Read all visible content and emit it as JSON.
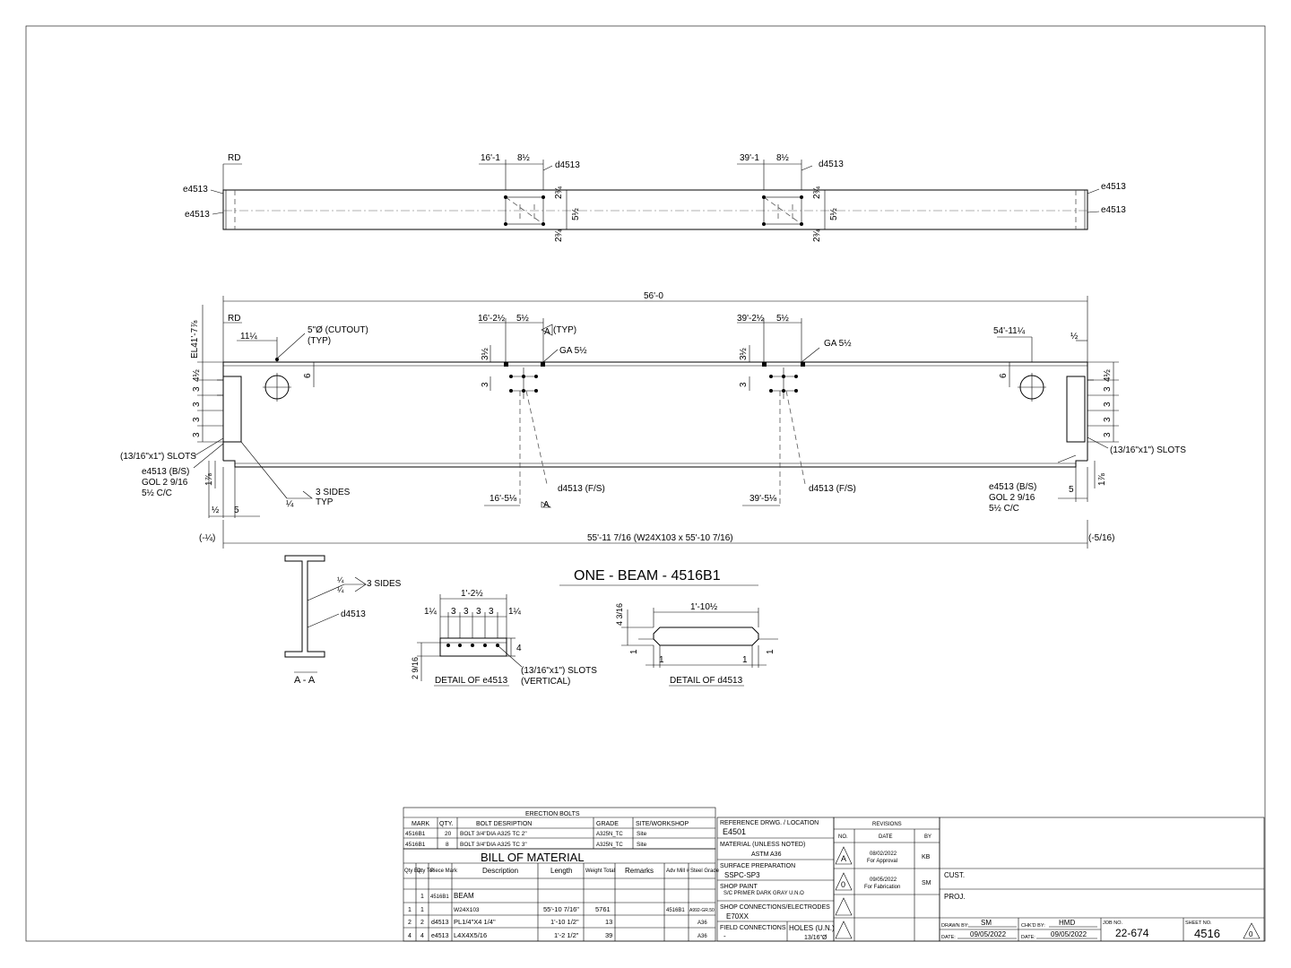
{
  "top_view": {
    "rd": "RD",
    "e4513_labels": [
      "e4513",
      "e4513",
      "e4513",
      "e4513"
    ],
    "dim_1": "16'-1",
    "dim_1b": "8½",
    "d_label_1": "d4513",
    "dim_2": "39'-1",
    "dim_2b": "8½",
    "d_label_2": "d4513",
    "v_dims": [
      "2¾",
      "5½",
      "2¾"
    ]
  },
  "elevation": {
    "overall": "56'-0",
    "el": "EL41'-7⅞",
    "rd": "RD",
    "dim_11_14": "11¼",
    "cutout": "5\"Ø (CUTOUT)",
    "typ": "(TYP)",
    "dim_16_2": "16'-2½",
    "dim_5_half_a": "5½",
    "section_mark": "A",
    "section_typ": "(TYP)",
    "ga_1": "GA 5½",
    "dim_39_2": "39'-2½",
    "dim_5_half_b": "5½",
    "ga_2": "GA 5½",
    "dim_54": "54'-11¼",
    "dim_half_r": "½",
    "v_3half_a": "3½",
    "v_3_a": "3",
    "v_3half_b": "3½",
    "v_3_b": "3",
    "v_6_l": "6",
    "v_6_r": "6",
    "left_stack": [
      "4½",
      "3",
      "3",
      "3",
      "3"
    ],
    "right_stack": [
      "4½",
      "3",
      "3",
      "3",
      "3"
    ],
    "slots_l": "(13/16\"x1\") SLOTS",
    "slots_r": "(13/16\"x1\") SLOTS",
    "e_bs_l": [
      "e4513 (B/S)",
      "GOL 2 9/16",
      "5½ C/C"
    ],
    "e_bs_r": [
      "e4513 (B/S)",
      "GOL 2 9/16",
      "5½ C/C"
    ],
    "v_1_7_8_l": "1⅞",
    "v_1_7_8_r": "1⅞",
    "weld_1_4": "¼",
    "weld_sides": "3 SIDES",
    "weld_typ": "TYP",
    "dim_half_l": "½",
    "dim_5_l": "5",
    "dim_5_r": "5",
    "dim_16_5": "16'-5⅛",
    "d_fs_1": "d4513 (F/S)",
    "dim_39_5": "39'-5⅛",
    "d_fs_2": "d4513 (F/S)",
    "section_mark_b": "A",
    "bottom_overall": "55'-11 7/16 (W24X103 x 55'-10 7/16)",
    "left_adj": "(-¼)",
    "right_adj": "(-5/16)"
  },
  "section_aa": {
    "w1": "¼",
    "w2": "¼",
    "sides": "3 SIDES",
    "d": "d4513",
    "title": "A - A"
  },
  "main_title": "ONE - BEAM - 4516B1",
  "detail_e": {
    "overall": "1'-2½",
    "dims": [
      "1¼",
      "3",
      "3",
      "3",
      "3",
      "1¼"
    ],
    "v_4": "4",
    "v_2_9_16": "2 9/16",
    "slots": "(13/16\"x1\") SLOTS",
    "vertical": "(VERTICAL)",
    "title": "DETAIL OF e4513"
  },
  "detail_d": {
    "overall": "1'-10½",
    "v_4_3_16": "4 3/16",
    "v_1_l": "1",
    "v_1_r": "1",
    "h_1_l": "1",
    "h_1_r": "1",
    "title": "DETAIL OF d4513"
  },
  "erection_bolts": {
    "title": "ERECTION BOLTS",
    "headers": [
      "MARK",
      "QTY.",
      "BOLT DESRIPTION",
      "GRADE",
      "SITE/WORKSHOP"
    ],
    "rows": [
      [
        "4516B1",
        "20",
        "BOLT 3/4\"DIA A325 TC 2\"",
        "A325N_TC",
        "Site"
      ],
      [
        "4516B1",
        "8",
        "BOLT 3/4\"DIA A325 TC 3\"",
        "A325N_TC",
        "Site"
      ]
    ]
  },
  "bom": {
    "title": "BILL OF MATERIAL",
    "headers": [
      "Qty Ea.",
      "Qty Tot",
      "Piece Mark",
      "Description",
      "Length",
      "Weight Total",
      "Remarks",
      "Adv Mill #",
      "Steel Grade"
    ],
    "rows": [
      [
        "",
        "1",
        "4516B1",
        "BEAM",
        "",
        "",
        "",
        "",
        ""
      ],
      [
        "1",
        "1",
        "",
        "W24X103",
        "55'-10 7/16\"",
        "5761",
        "",
        "4516B1",
        "A992-GR.50"
      ],
      [
        "2",
        "2",
        "d4513",
        "PL1/4\"X4 1/4\"",
        "1'-10 1/2\"",
        "13",
        "",
        "",
        "A36"
      ],
      [
        "4",
        "4",
        "e4513",
        "L4X4X5/16",
        "1'-2 1/2\"",
        "39",
        "",
        "",
        "A36"
      ]
    ]
  },
  "info": {
    "ref_label": "REFERENCE DRWG. / LOCATION",
    "ref_value": "E4501",
    "mat_label": "MATERIAL (UNLESS NOTED)",
    "mat_value": "ASTM A36",
    "surf_label": "SURFACE PREPARATION",
    "surf_value": "SSPC-SP3",
    "paint_label": "SHOP PAINT",
    "paint_value": "S/C PRIMER DARK GRAY U.N.O",
    "conn_label": "SHOP CONNECTIONS/ELECTRODES",
    "conn_value": "E70XX",
    "field_label": "FIELD CONNECTIONS",
    "field_value": "-",
    "holes_label": "HOLES (U.N.)",
    "holes_value": "13/16\"Ø"
  },
  "revisions": {
    "title": "REVISIONS",
    "headers": [
      "NO.",
      "DATE",
      "BY"
    ],
    "rows": [
      [
        "A",
        "08/02/2022",
        "For Approval",
        "KB"
      ],
      [
        "0",
        "09/05/2022",
        "For Fabrication",
        "SM"
      ]
    ]
  },
  "title_block": {
    "cust_label": "CUST.",
    "proj_label": "PROJ.",
    "drawn_label": "DRAWN BY:",
    "drawn_value": "SM",
    "chk_label": "CHK'D BY:",
    "chk_value": "HMD",
    "date_label": "DATE:",
    "date_value": "09/05/2022",
    "date2_label": "DATE:",
    "date2_value": "09/05/2022",
    "job_label": "JOB NO.",
    "job_value": "22-674",
    "sheet_label": "SHEET NO.",
    "sheet_value": "4516",
    "rev_value": "0"
  }
}
